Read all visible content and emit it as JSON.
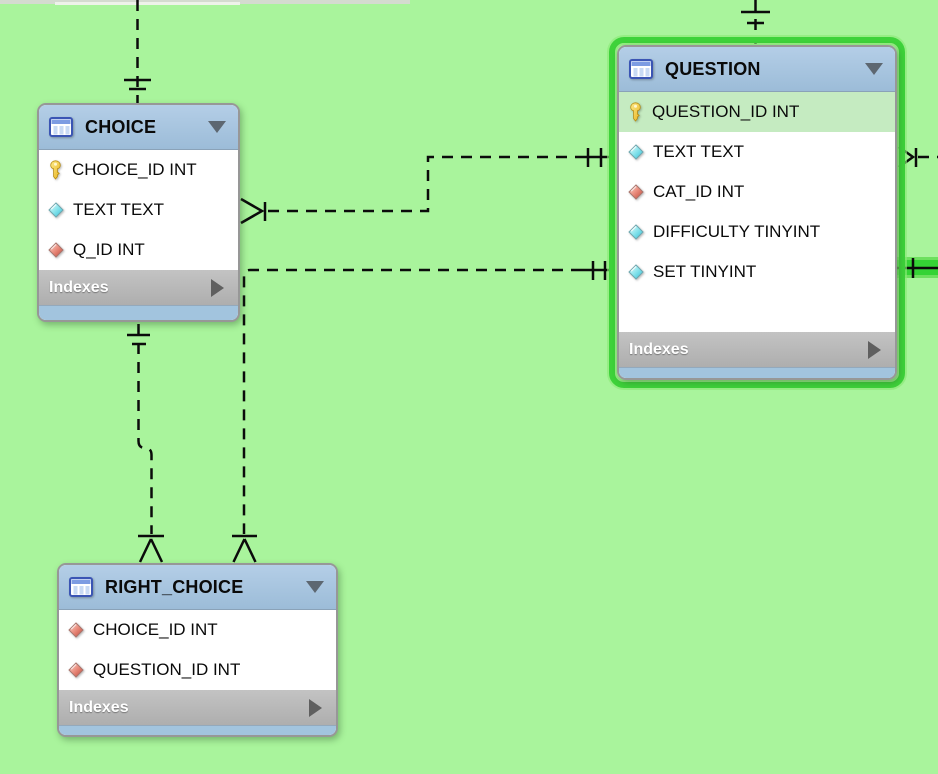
{
  "diagram": {
    "colors": {
      "canvas_background": "#a9f49c",
      "table_header_blue": "#a6c3dd",
      "selection_green": "#3ed23a",
      "highlighted_row_green": "#c5ebc1",
      "indexes_bar_gray": "#b6b6b6"
    },
    "tables": [
      {
        "name": "CHOICE",
        "selected": false,
        "columns": [
          {
            "label": "CHOICE_ID INT",
            "icon": "primary-key"
          },
          {
            "label": "TEXT TEXT",
            "icon": "attribute-blue-diamond"
          },
          {
            "label": "Q_ID INT",
            "icon": "foreign-key-red-diamond"
          }
        ],
        "indexes_label": "Indexes"
      },
      {
        "name": "QUESTION",
        "selected": true,
        "columns": [
          {
            "label": "QUESTION_ID INT",
            "icon": "primary-key",
            "highlighted": true
          },
          {
            "label": "TEXT TEXT",
            "icon": "attribute-blue-diamond"
          },
          {
            "label": "CAT_ID INT",
            "icon": "foreign-key-red-diamond"
          },
          {
            "label": "DIFFICULTY TINYINT",
            "icon": "attribute-blue-diamond"
          },
          {
            "label": "SET TINYINT",
            "icon": "attribute-blue-diamond"
          }
        ],
        "indexes_label": "Indexes"
      },
      {
        "name": "RIGHT_CHOICE",
        "selected": false,
        "columns": [
          {
            "label": "CHOICE_ID INT",
            "icon": "foreign-key-red-diamond"
          },
          {
            "label": "QUESTION_ID INT",
            "icon": "foreign-key-red-diamond"
          }
        ],
        "indexes_label": "Indexes"
      }
    ],
    "connectors": [
      {
        "from": "offscreen-top",
        "to": "CHOICE",
        "to_end": "exactly-one",
        "style": "dashed"
      },
      {
        "from": "offscreen-top",
        "to": "QUESTION",
        "to_end": "exactly-one",
        "style": "dashed"
      },
      {
        "from": "QUESTION",
        "to": "CHOICE",
        "from_end": "exactly-one",
        "to_end": "many",
        "style": "dashed"
      },
      {
        "from": "QUESTION",
        "to": "RIGHT_CHOICE",
        "from_end": "exactly-one",
        "to_end": "many",
        "style": "dashed"
      },
      {
        "from": "CHOICE",
        "to": "RIGHT_CHOICE",
        "from_end": "exactly-one",
        "to_end": "many",
        "style": "dashed"
      },
      {
        "from": "offscreen-right",
        "to": "QUESTION",
        "to_end": "many",
        "style": "dashed"
      },
      {
        "from": "offscreen-right",
        "to": "QUESTION",
        "to_end": "exactly-one",
        "style": "dashed",
        "highlighted": true
      }
    ]
  }
}
